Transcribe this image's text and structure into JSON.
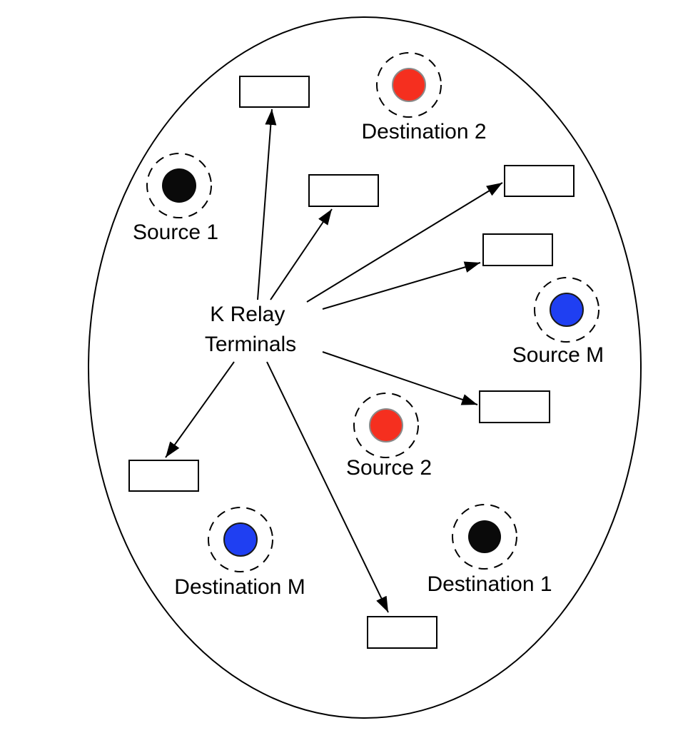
{
  "center_label": {
    "line1": "K Relay",
    "line2": "Terminals"
  },
  "nodes": {
    "source_1": {
      "label": "Source 1",
      "color": "#0a0a0a"
    },
    "source_2": {
      "label": "Source 2",
      "color": "#f52f1f"
    },
    "source_m": {
      "label": "Source M",
      "color": "#1f3ff2"
    },
    "destination_1": {
      "label": "Destination 1",
      "color": "#0a0a0a"
    },
    "destination_2": {
      "label": "Destination 2",
      "color": "#f52f1f"
    },
    "destination_m": {
      "label": "Destination M",
      "color": "#1f3ff2"
    }
  }
}
